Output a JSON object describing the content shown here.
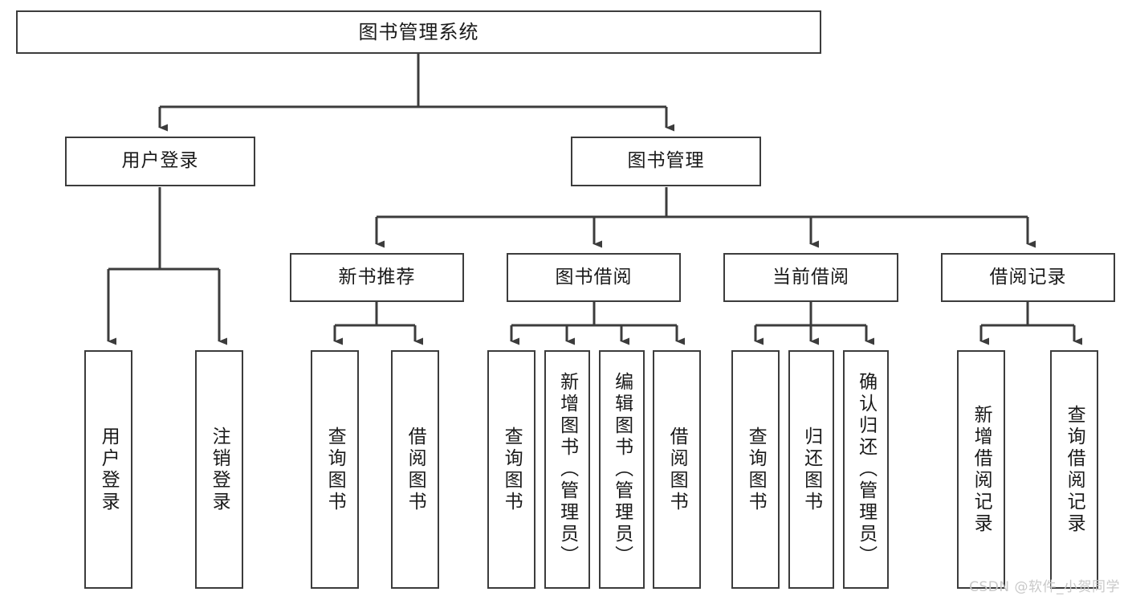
{
  "diagram": {
    "title": "图书管理系统",
    "type": "tree-hierarchy-chart",
    "watermark": "CSDN @软件_小贺同学",
    "colors": {
      "box_border": "#3c3c3c",
      "box_fill": "#ffffff",
      "connector": "#3c3c3c",
      "text": "#1a1a1a",
      "watermark": "#c9c9c9",
      "background": "#ffffff"
    },
    "root": {
      "label": "图书管理系统"
    },
    "level2": [
      {
        "label": "用户登录"
      },
      {
        "label": "图书管理"
      }
    ],
    "level3": [
      {
        "label": "新书推荐"
      },
      {
        "label": "图书借阅"
      },
      {
        "label": "当前借阅"
      },
      {
        "label": "借阅记录"
      }
    ],
    "leaves": {
      "user_login": [
        {
          "label": "用户登录"
        },
        {
          "label": "注销登录"
        }
      ],
      "new_book_recommend": [
        {
          "label": "查询图书"
        },
        {
          "label": "借阅图书"
        }
      ],
      "book_borrow": [
        {
          "label": "查询图书"
        },
        {
          "label": "新增图书（管理员）"
        },
        {
          "label": "编辑图书（管理员）"
        },
        {
          "label": "借阅图书"
        }
      ],
      "current_borrow": [
        {
          "label": "查询图书"
        },
        {
          "label": "归还图书"
        },
        {
          "label": "确认归还（管理员）"
        }
      ],
      "borrow_record": [
        {
          "label": "新增借阅记录"
        },
        {
          "label": "查询借阅记录"
        }
      ]
    }
  }
}
